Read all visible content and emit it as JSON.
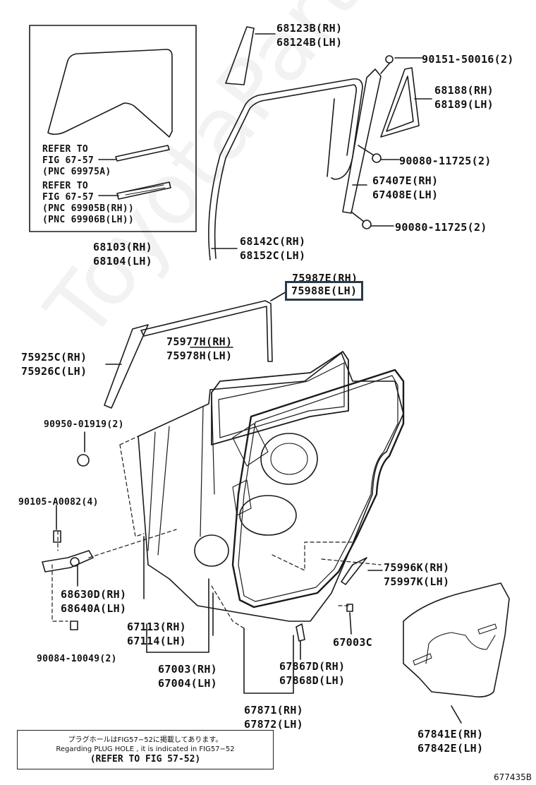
{
  "watermark": "ToyotaPartsMine.ru",
  "diagram_code": "677435B",
  "note": {
    "japanese": "プラグホールはFIG57−52に掲載してあります。",
    "english": "Regarding PLUG HOLE , it is indicated in FIG57−52",
    "refer": "(REFER TO FIG 57-52)"
  },
  "inset": {
    "refer1": [
      "REFER TO",
      "FIG 67-57",
      "(PNC 69975A)"
    ],
    "refer2": [
      "REFER TO",
      "FIG 67-57",
      "(PNC 69905B(RH))",
      "(PNC 69906B(LH))"
    ],
    "part": [
      "68103(RH)",
      "68104(LH)"
    ]
  },
  "labels": {
    "p68123": [
      "68123B(RH)",
      "68124B(LH)"
    ],
    "p90151": "90151-50016(2)",
    "p68188": [
      "68188(RH)",
      "68189(LH)"
    ],
    "p90080a": "90080-11725(2)",
    "p67407": [
      "67407E(RH)",
      "67408E(LH)"
    ],
    "p90080b": "90080-11725(2)",
    "p68142": [
      "68142C(RH)",
      "68152C(LH)"
    ],
    "p75987": [
      "75987E(RH)",
      "75988E(LH)"
    ],
    "p75977": [
      "75977H(RH)",
      "75978H(LH)"
    ],
    "p75925": [
      "75925C(RH)",
      "75926C(LH)"
    ],
    "p90950": "90950-01919(2)",
    "p90105": "90105-A0082(4)",
    "p68630": [
      "68630D(RH)",
      "68640A(LH)"
    ],
    "p67113": [
      "67113(RH)",
      "67114(LH)"
    ],
    "p90084": "90084-10049(2)",
    "p67003": [
      "67003(RH)",
      "67004(LH)"
    ],
    "p67867": [
      "67867D(RH)",
      "67868D(LH)"
    ],
    "p67003c": "67003C",
    "p75996": [
      "75996K(RH)",
      "75997K(LH)"
    ],
    "p67871": [
      "67871(RH)",
      "67872(LH)"
    ],
    "p67841": [
      "67841E(RH)",
      "67842E(LH)"
    ]
  }
}
